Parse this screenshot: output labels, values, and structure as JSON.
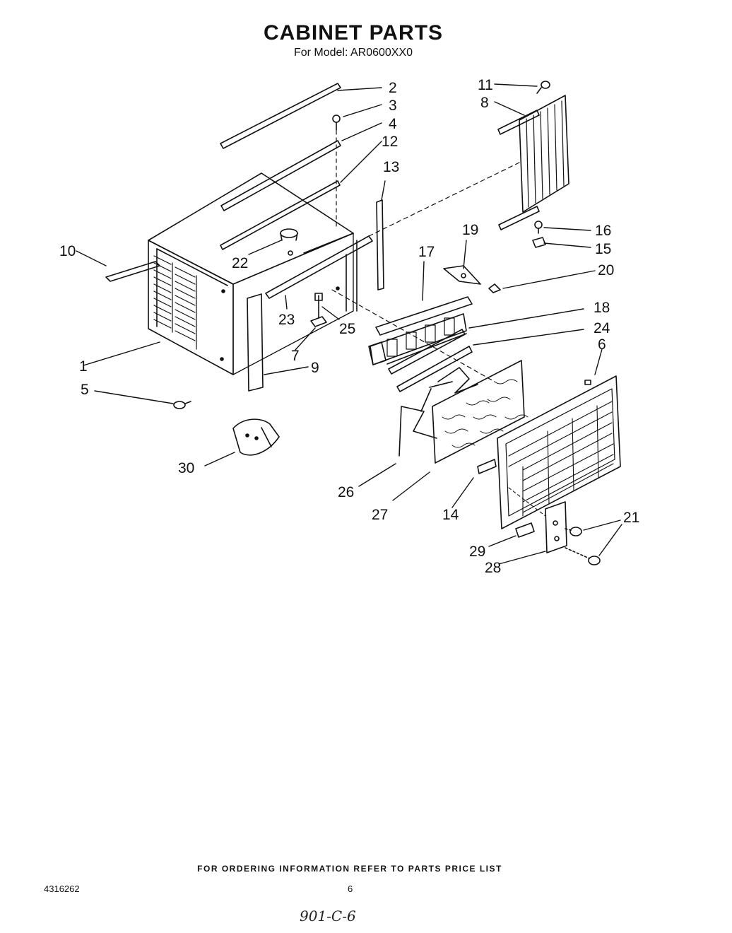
{
  "header": {
    "title": "CABINET PARTS",
    "subtitle": "For Model: AR0600XX0"
  },
  "diagram": {
    "callouts": [
      "1",
      "2",
      "3",
      "4",
      "5",
      "6",
      "7",
      "8",
      "9",
      "10",
      "11",
      "12",
      "13",
      "14",
      "15",
      "16",
      "17",
      "18",
      "19",
      "20",
      "21",
      "22",
      "23",
      "24",
      "25",
      "26",
      "27",
      "28",
      "29",
      "30"
    ]
  },
  "footer": {
    "ordering_note": "FOR ORDERING INFORMATION REFER TO PARTS PRICE LIST",
    "document_number": "4316262",
    "page_number": "6",
    "handwritten_note": "901-C-6"
  }
}
